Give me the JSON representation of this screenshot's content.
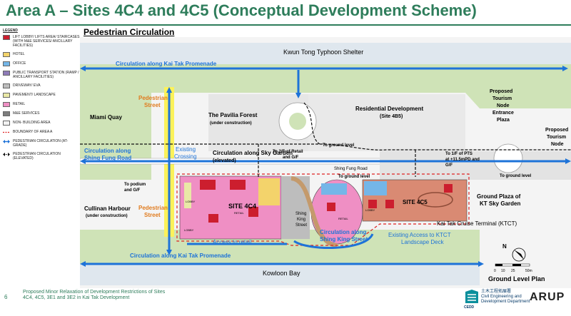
{
  "header": {
    "title": "Area A – Sites 4C4 and 4C5 (Conceptual Development Scheme)",
    "subtitle": "Pedestrian Circulation"
  },
  "legend": {
    "title": "LEGEND",
    "items": [
      {
        "label": "LIFT LOBBY/ LIFTS AREA/ STAIRCASES (WITH M&E SERVICES/ ANCILLARY FACILITIES)",
        "color": "#cc1e2e"
      },
      {
        "label": "HOTEL",
        "color": "#f3d36b"
      },
      {
        "label": "OFFICE",
        "color": "#74b6e8"
      },
      {
        "label": "PUBLIC TRANSPORT STATION (RAMP / ANCILLARY FACILITIES)",
        "color": "#8d7bb8"
      },
      {
        "label": "DRIVEWAY/ EVA",
        "color": "#bdbdbd"
      },
      {
        "label": "PAVEMENT/ LANDSCAPE",
        "color": "#e9e8a6"
      },
      {
        "label": "RETAIL",
        "color": "#ef8fc4"
      },
      {
        "label": "M&E SERVICES",
        "color": "#7d7d7d"
      },
      {
        "label": "NON- BUILDING AREA",
        "color": "#f2f2f2"
      },
      {
        "label": "BOUNDARY OF AREA A",
        "color": "#d22"
      },
      {
        "label": "PEDESTRIAN CIRCULATION (AT-GRADE)",
        "color": "#1e73d8"
      },
      {
        "label": "PEDESTRIAN CIRCULATION (ELEVATED)",
        "color": "#111111"
      }
    ]
  },
  "map": {
    "labels": {
      "typhoon_shelter": "Kwun Tong Typhoon Shelter",
      "promenade_top": "Circulation along Kai Tak Promenade",
      "promenade_bottom": "Circulation along Kai Tak Promenade",
      "ped_street_top_1": "Pedestrian",
      "ped_street_top_2": "Street",
      "ped_street_bot_1": "Pedestrian",
      "ped_street_bot_2": "Street",
      "miami_quay": "Miami Quay",
      "pavilia_1": "The Pavilia Forest",
      "pavilia_2": "(under construction)",
      "residential_1": "Residential Development",
      "residential_2": "(Site 4B5)",
      "tourism_node_1": "Proposed",
      "tourism_node_2": "Tourism",
      "tourism_node_3": "Node",
      "tourism_node_4": "Entrance",
      "tourism_node_5": "Plaza",
      "tourism_right_1": "Proposed",
      "tourism_right_2": "Tourism",
      "tourism_right_3": "Node",
      "existing_crossing_1": "Existing",
      "existing_crossing_2": "Crossing",
      "sky_garden_1": "Circulation along Sky Garden",
      "sky_garden_2": "(elevated)",
      "to_ground_1": "To ground level",
      "to_ground_2": "To ground level",
      "to_ground_3": "To ground level",
      "shing_fung_1": "Circulation along",
      "shing_fung_2": "Shing Fung Road",
      "shing_fung_road": "Shing Fung Road",
      "to_2f_1": "To 2/F of Retail",
      "to_2f_2": "and G/F",
      "to_1f_1": "To 1/F of PTS",
      "to_1f_2": "at +11.5mPD and",
      "to_1f_3": "G/F",
      "to_podium_1": "To podium",
      "to_podium_2": "and G/F",
      "cullinan_1": "Cullinan Harbour",
      "cullinan_2": "(under construction)",
      "site_4c4": "SITE 4C4",
      "site_4c5": "SITE 4C5",
      "shing_king_1": "Shing",
      "shing_king_2": "King",
      "shing_king_3": "Street",
      "shing_king_circ_1": "Circulation along",
      "shing_king_circ_2": "Shing King Street",
      "access_retail": "Access to retail",
      "ktct_access_1": "Existing Access to KTCT",
      "ktct_access_2": "Landscape Deck",
      "ground_plaza_1": "Ground Plaza of",
      "ground_plaza_2": "KT Sky Garden",
      "ktct": "Kai Tak Cruise Terminal (KTCT)",
      "kowloon_bay": "Kowloon Bay",
      "ground_level_plan": "Ground Level Plan",
      "lobby_1": "LOBBY",
      "lobby_2": "LOBBY",
      "lobby_3": "LOBBY",
      "retail_1": "RETAIL",
      "retail_2": "RETAIL"
    },
    "north": "N",
    "scale": {
      "ticks": [
        "0",
        "10",
        "25",
        "50m"
      ]
    }
  },
  "footer": {
    "page": "6",
    "text": "Proposed Minor Relaxation of Development Restrictions of Sites 4C4, 4C5, 3E1 and 3E2 in Kai Tak Development",
    "cedd_cn": "土木工程拓展署",
    "cedd_en_1": "Civil Engineering and",
    "cedd_en_2": "Development Department",
    "cedd_abbr": "CEDD",
    "arup": "ARUP"
  }
}
